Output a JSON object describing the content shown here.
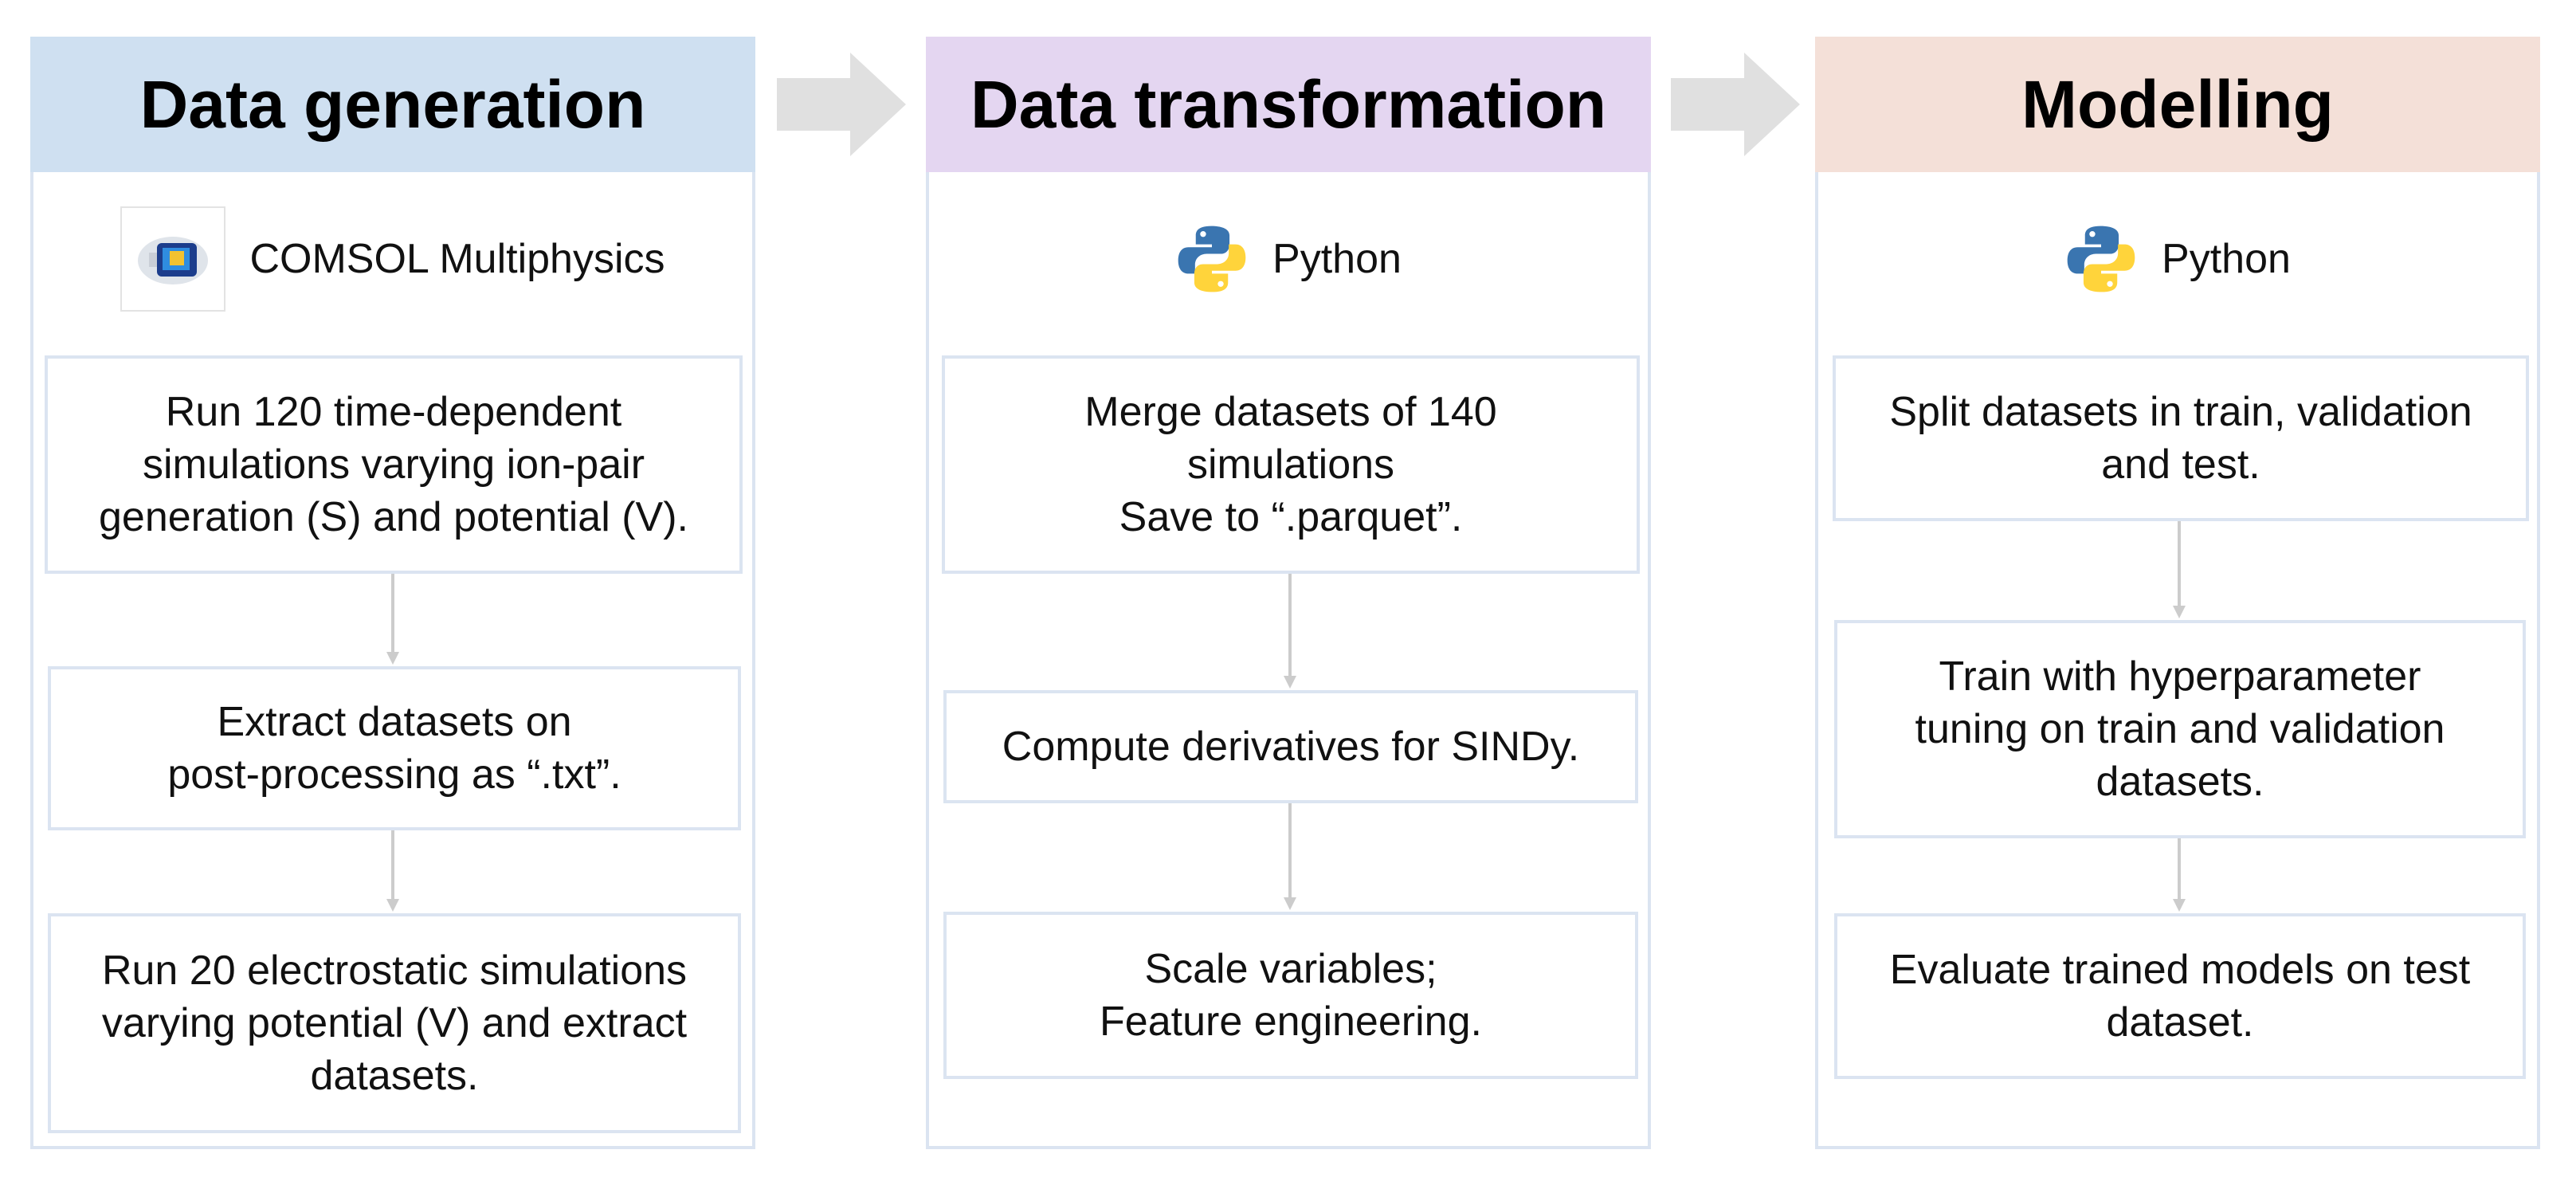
{
  "columns": [
    {
      "title": "Data generation",
      "tool": {
        "label": "COMSOL Multiphysics",
        "icon": "comsol-logo-icon"
      },
      "steps": [
        "Run 120 time-dependent\nsimulations varying ion-pair\ngeneration (S) and potential (V).",
        "Extract datasets on\npost-processing as “.txt”.",
        "Run 20 electrostatic simulations\nvarying potential (V) and extract\ndatasets."
      ]
    },
    {
      "title": "Data transformation",
      "tool": {
        "label": "Python",
        "icon": "python-logo-icon"
      },
      "steps": [
        "Merge datasets of 140\nsimulations\nSave to “.parquet”.",
        "Compute derivatives for SINDy.",
        "Scale variables;\nFeature engineering."
      ]
    },
    {
      "title": "Modelling",
      "tool": {
        "label": "Python",
        "icon": "python-logo-icon"
      },
      "steps": [
        "Split datasets in train, validation\nand test.",
        "Train with hyperparameter\ntuning on train and validation\ndatasets.",
        "Evaluate trained models on test\ndataset."
      ]
    }
  ],
  "colors": {
    "header_data_generation": "#cfe0f1",
    "header_data_transformation": "#e4d6f1",
    "header_modelling": "#f4e0d8",
    "border": "#dbe4f1",
    "arrow": "#e0e0e0",
    "connector": "#cccccc"
  }
}
